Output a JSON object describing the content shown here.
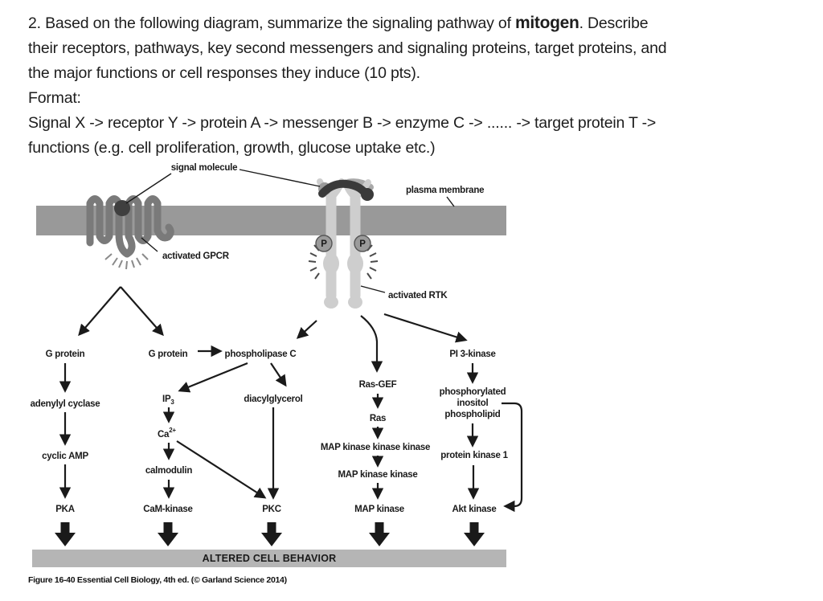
{
  "question": {
    "line1_pre": "2. Based on the following diagram, summarize the signaling pathway of ",
    "line1_bold": "mitogen",
    "line1_post": ". Describe",
    "line2": "their receptors, pathways, key second messengers and signaling proteins, target proteins, and",
    "line3": "the major functions or cell responses they induce (10 pts).",
    "line4": "Format:",
    "line5": "Signal X -> receptor Y -> protein A -> messenger B -> enzyme C -> ...... -> target protein T ->",
    "line6": "functions (e.g. cell proliferation, growth, glucose uptake etc.)"
  },
  "figure": {
    "labels": {
      "signal_molecule": "signal molecule",
      "plasma_membrane": "plasma membrane",
      "activated_gpcr": "activated GPCR",
      "activated_rtk": "activated RTK",
      "p_site": "P"
    },
    "nodes": {
      "g_protein": "G protein",
      "phospholipase_c": "phospholipase C",
      "pi3_kinase": "PI 3-kinase",
      "ras_gef": "Ras-GEF",
      "adenylyl_cyclase": "adenylyl cyclase",
      "ip3_base": "IP",
      "ip3_sub": "3",
      "diacylglycerol": "diacylglycerol",
      "pip_line1": "phosphorylated",
      "pip_line2": "inositol",
      "pip_line3": "phospholipid",
      "ras": "Ras",
      "ca_base": "Ca",
      "ca_sup": "2+",
      "mapkkk": "MAP kinase kinase kinase",
      "protein_kinase_1": "protein kinase 1",
      "cyclic_amp": "cyclic AMP",
      "calmodulin": "calmodulin",
      "mapkk": "MAP kinase kinase",
      "pka": "PKA",
      "cam_kinase": "CaM-kinase",
      "pkc": "PKC",
      "map_kinase": "MAP kinase",
      "akt_kinase": "Akt kinase"
    },
    "bar_label": "ALTERED CELL BEHAVIOR",
    "caption": "Figure 16-40  Essential Cell Biology, 4th ed. (© Garland Science 2014)",
    "colors": {
      "membrane": "#999999",
      "gpcr": "#7a7a7a",
      "rtk": "#cecece",
      "ligand_dark": "#3a3a3a",
      "blob_gray": "#9b9b9b",
      "bar": "#b5b5b5",
      "ink": "#1a1a1a"
    }
  }
}
